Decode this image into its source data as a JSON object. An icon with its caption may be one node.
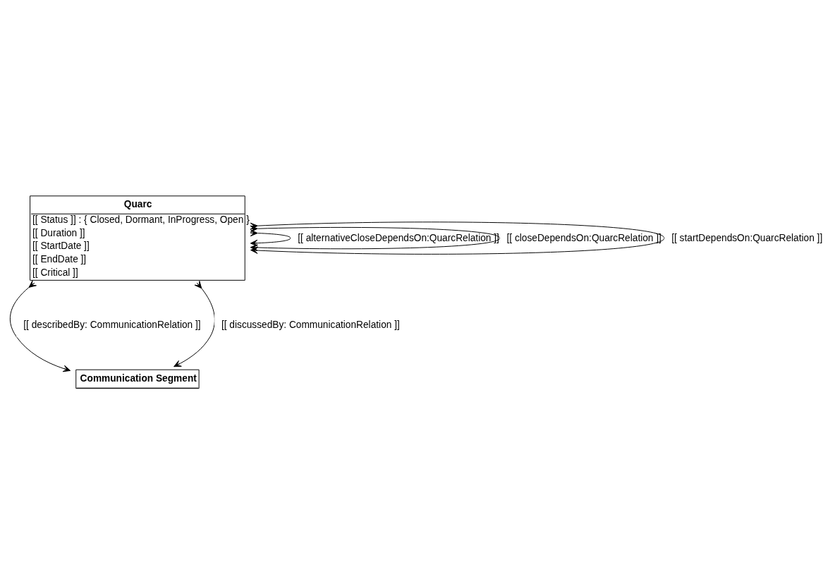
{
  "diagram": {
    "nodes": [
      {
        "text": [
          "Quarc",
          "[[ Status ]] : { Closed, Dormant, InProgress, Open }",
          "[[ Duration ]]",
          "[[ StartDate ]]",
          "[[ EndDate ]]",
          "[[ Critical ]]"
        ]
      },
      {
        "text": [
          "Communication Segment"
        ]
      }
    ],
    "edges": [
      {
        "from": 0,
        "to": 0,
        "arrow": "to",
        "label": "[[ alternativeCloseDependsOn:QuarcRelation ]]"
      },
      {
        "from": 0,
        "to": 0,
        "arrow": "to",
        "label": "[[ closeDependsOn:QuarcRelation ]]"
      },
      {
        "from": 0,
        "to": 0,
        "arrow": "to",
        "label": "[[ startDependsOn:QuarcRelation ]]"
      },
      {
        "from": 0,
        "to": 1,
        "arrow": "to",
        "label": "[[ describedBy: CommunicationRelation ]]"
      },
      {
        "from": 0,
        "to": 1,
        "arrow": "to",
        "label": "[[ discussedBy: CommunicationRelation ]]"
      }
    ]
  }
}
